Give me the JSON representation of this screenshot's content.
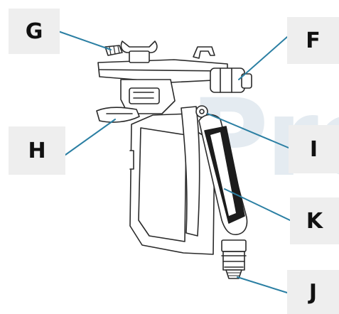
{
  "labels": {
    "g": "G",
    "f": "F",
    "h": "H",
    "i": "I",
    "k": "K",
    "j": "J"
  },
  "watermark": "Pro",
  "colors": {
    "label_box": "#eeeeee",
    "leader_line": "#2b7fa3",
    "outline": "#2a2a2a",
    "watermark": "#e4ebf1"
  }
}
